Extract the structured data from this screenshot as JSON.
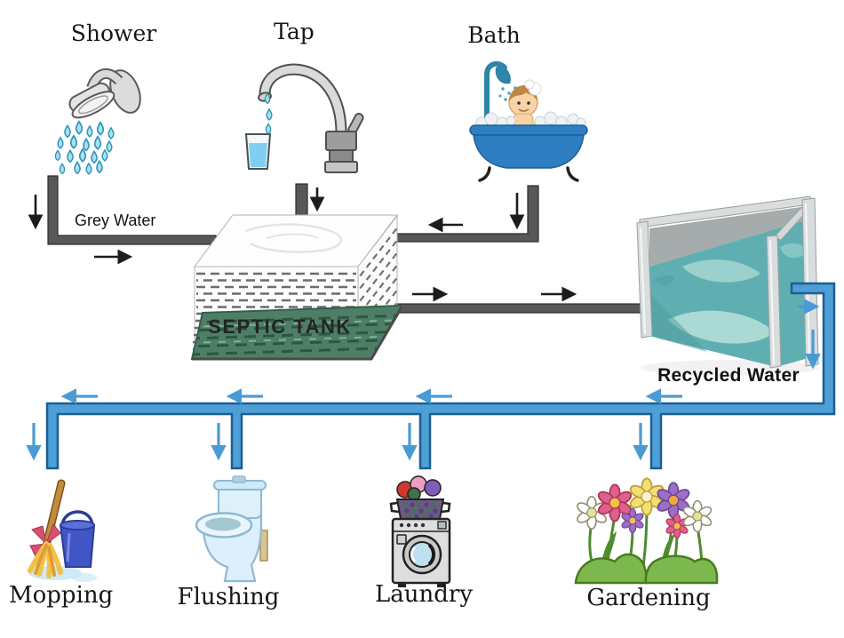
{
  "labels": {
    "shower": "Shower",
    "tap": "Tap",
    "bath": "Bath",
    "grey_water": "Grey Water",
    "septic_tank": "SEPTIC TANK",
    "recycled_water": "Recycled Water",
    "mopping": "Mopping",
    "flushing": "Flushing",
    "laundry": "Laundry",
    "gardening": "Gardening"
  },
  "colors": {
    "pipe_grey": "#585858",
    "pipe_grey_edge": "#2e2e2e",
    "pipe_blue": "#4d9fd6",
    "pipe_blue_border": "#1d5e95",
    "arrow_black": "#1c1c1c",
    "arrow_blue": "#4a9bd4",
    "water_teal": "#5fafb2",
    "septic_green": "#4e7f66",
    "drop_blue": "#a9e0f0",
    "tub_blue": "#2d7fc1",
    "label_text": "#161616"
  }
}
